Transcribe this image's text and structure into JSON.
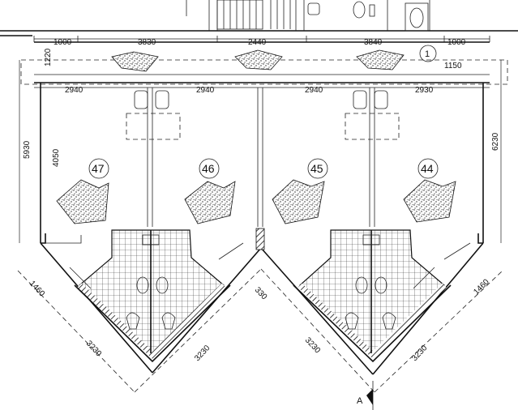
{
  "dimensions": {
    "top": [
      "1000",
      "3830",
      "2440",
      "3840",
      "1000"
    ],
    "left_top": "1220",
    "right_top": "1150",
    "door_widths": [
      "2940",
      "2940",
      "2940",
      "2930"
    ],
    "left_overall": "5930",
    "left_room": "4050",
    "right_overall": "6230",
    "diag_left": "1460",
    "diag_right": "1460",
    "diag_330": "330",
    "diag_long": [
      "3230",
      "3230",
      "3230",
      "3230"
    ]
  },
  "rooms": [
    "47",
    "46",
    "45",
    "44"
  ],
  "markers": {
    "grid": "1",
    "section": "A"
  },
  "colors": {
    "line": "#111111",
    "hatch": "#222222",
    "background": "#ffffff"
  }
}
